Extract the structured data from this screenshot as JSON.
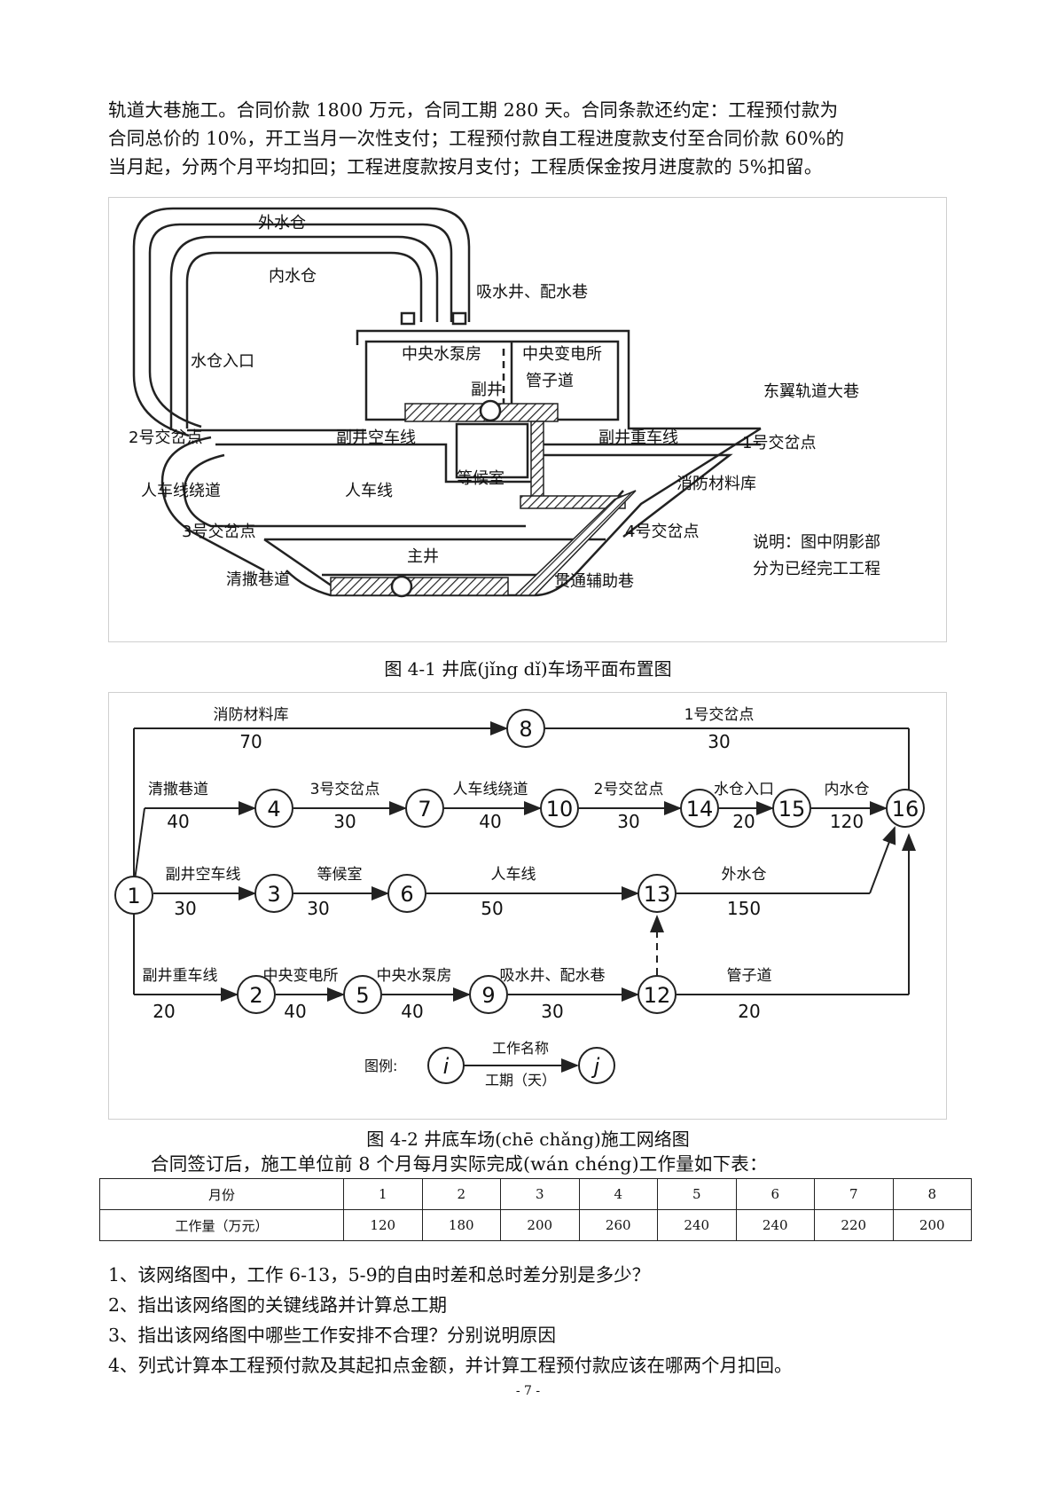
{
  "intro_lines": [
    "轨道大巷施工。合同价款 1800 万元，合同工期 280 天。合同条款还约定：工程预付款为",
    "合同总价的 10%，开工当月一次性支付；工程预付款自工程进度款支付至合同价款 60%的",
    "当月起，分两个月平均扣回；工程进度款按月支付；工程质保金按月进度款的 5%扣留。"
  ],
  "fig1": {
    "caption": "图 4-1 井底(jǐng dǐ)车场平面布置图",
    "labels": {
      "outer_sump": "外水仓",
      "inner_sump": "内水仓",
      "suction_well": "吸水井、配水巷",
      "sump_entrance": "水仓入口",
      "pump_room": "中央水泵房",
      "substation": "中央变电所",
      "pipe_way": "管子道",
      "aux_shaft": "副井",
      "east_roadway": "东翼轨道大巷",
      "crossing2": "2号交岔点",
      "aux_empty_line": "副井空车线",
      "aux_loaded_line": "副井重车线",
      "crossing1": "1号交岔点",
      "bypass": "人车线绕道",
      "man_car_line": "人车线",
      "waiting_room": "等候室",
      "fire_store": "消防材料库",
      "crossing3": "3号交岔点",
      "crossing4": "4号交岔点",
      "note1": "说明：图中阴影部",
      "note2": "分为已经完工工程",
      "main_shaft": "主井",
      "cleanup_roadway": "清撒巷道",
      "through_roadway": "贯通辅助巷"
    }
  },
  "fig2": {
    "caption": "图 4-2 井底车场(chē chǎng)施工网络图",
    "nodes": [
      "1",
      "2",
      "3",
      "4",
      "5",
      "6",
      "7",
      "8",
      "9",
      "10",
      "12",
      "13",
      "14",
      "15",
      "16"
    ],
    "activities": {
      "a_1_8": {
        "name": "消防材料库",
        "days": "70"
      },
      "a_8_16": {
        "name": "1号交岔点",
        "days": "30"
      },
      "a_1_4": {
        "name": "清撒巷道",
        "days": "40"
      },
      "a_4_7": {
        "name": "3号交岔点",
        "days": "30"
      },
      "a_7_10": {
        "name": "人车线绕道",
        "days": "40"
      },
      "a_10_14": {
        "name": "2号交岔点",
        "days": "30"
      },
      "a_14_15": {
        "name": "水仓入口",
        "days": "20"
      },
      "a_15_16": {
        "name": "内水仓",
        "days": "120"
      },
      "a_1_3": {
        "name": "副井空车线",
        "days": "30"
      },
      "a_3_6": {
        "name": "等候室",
        "days": "30"
      },
      "a_6_13": {
        "name": "人车线",
        "days": "50"
      },
      "a_13_16": {
        "name": "外水仓",
        "days": "150"
      },
      "a_1_2": {
        "name": "副井重车线",
        "days": "20"
      },
      "a_2_5": {
        "name": "中央变电所",
        "days": "40"
      },
      "a_5_9": {
        "name": "中央水泵房",
        "days": "40"
      },
      "a_9_12": {
        "name": "吸水井、配水巷",
        "days": "30"
      },
      "a_12_16": {
        "name": "管子道",
        "days": "20"
      }
    },
    "legend": {
      "label": "图例:",
      "i": "i",
      "j": "j",
      "name": "工作名称",
      "days": "工期（天）"
    }
  },
  "table_intro": "合同签订后，施工单位前 8 个月每月实际完成(wán chéng)工作量如下表：",
  "work_table": {
    "row1_header": "月份",
    "months": [
      "1",
      "2",
      "3",
      "4",
      "5",
      "6",
      "7",
      "8"
    ],
    "row2_header": "工作量（万元）",
    "amounts": [
      "120",
      "180",
      "200",
      "260",
      "240",
      "240",
      "220",
      "200"
    ]
  },
  "questions": [
    "1、该网络图中，工作 6-13，5-9的自由时差和总时差分别是多少？",
    "2、指出该网络图的关键线路并计算总工期",
    "3、指出该网络图中哪些工作安排不合理？分别说明原因",
    "4、列式计算本工程预付款及其起扣点金额，并计算工程预付款应该在哪两个月扣回。"
  ],
  "page_number": "- 7 -"
}
